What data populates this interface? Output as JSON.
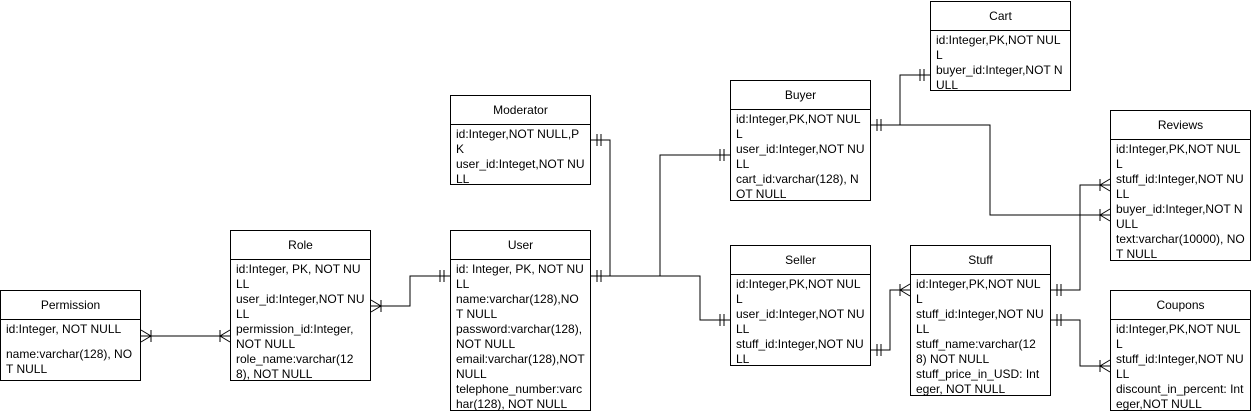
{
  "entities": {
    "cart": {
      "title": "Cart",
      "attributes": [
        "id:Integer,PK,NOT NULL",
        "buyer_id:Integer,NOT NULL"
      ]
    },
    "moderator": {
      "title": "Moderator",
      "attributes": [
        "id:Integer,NOT NULL,PK",
        "user_id:Integet,NOT NULL"
      ]
    },
    "buyer": {
      "title": "Buyer",
      "attributes": [
        "id:Integer,PK,NOT NULL",
        "user_id:Integer,NOT NULL",
        "cart_id:varchar(128), NOT NULL"
      ]
    },
    "reviews": {
      "title": "Reviews",
      "attributes": [
        "id:Integer,PK,NOT NULL",
        "stuff_id:Integer,NOT NULL",
        "buyer_id:Integer,NOT NULL",
        "text:varchar(10000), NOT NULL"
      ]
    },
    "role": {
      "title": "Role",
      "attributes": [
        "id:Integer, PK, NOT NULL",
        "user_id:Integer,NOT NULL",
        "permission_id:Integer, NOT NULL",
        "role_name:varchar(128), NOT NULL"
      ]
    },
    "user": {
      "title": "User",
      "attributes": [
        "id: Integer, PK, NOT NULL",
        "name:varchar(128),NOT NULL",
        "password:varchar(128),NOT NULL",
        "email:varchar(128),NOT NULL",
        "telephone_number:varchar(128), NOT NULL"
      ]
    },
    "seller": {
      "title": "Seller",
      "attributes": [
        "id:Integer,PK,NOT NULL",
        "user_id:Integer,NOT NULL",
        "stuff_id:Integer,NOT NULL"
      ]
    },
    "stuff": {
      "title": "Stuff",
      "attributes": [
        "id:Integer,PK,NOT NULL",
        "stuff_id:Integer,NOT NULL",
        "stuff_name:varchar(128) NOT NULL",
        "stuff_price_in_USD: Integer, NOT NULL"
      ]
    },
    "permission": {
      "title": "Permission",
      "attributes": [
        "id:Integer, NOT NULL",
        "name:varchar(128), NOT NULL"
      ]
    },
    "coupons": {
      "title": "Coupons",
      "attributes": [
        "id:Integer,PK,NOT NULL",
        "stuff_id:Integer,NOT NULL",
        "discount_in_percent: Integer,NOT NULL"
      ]
    }
  },
  "relationships": [
    {
      "from": "permission",
      "to": "role",
      "from_end": "one-or-many",
      "to_end": "one-or-many"
    },
    {
      "from": "role",
      "to": "user",
      "from_end": "one-or-many",
      "to_end": "one-and-only-one"
    },
    {
      "from": "user",
      "to": "moderator",
      "from_end": "one-and-only-one",
      "to_end": "one-and-only-one"
    },
    {
      "from": "user",
      "to": "buyer",
      "from_end": "one-and-only-one",
      "to_end": "one-and-only-one"
    },
    {
      "from": "user",
      "to": "seller",
      "from_end": "one-and-only-one",
      "to_end": "one-and-only-one"
    },
    {
      "from": "buyer",
      "to": "cart",
      "from_end": "one-and-only-one",
      "to_end": "one-and-only-one"
    },
    {
      "from": "buyer",
      "to": "reviews",
      "from_end": "one-and-only-one",
      "to_end": "one-or-many"
    },
    {
      "from": "seller",
      "to": "stuff",
      "from_end": "one-and-only-one",
      "to_end": "one-or-many"
    },
    {
      "from": "stuff",
      "to": "reviews",
      "from_end": "one-and-only-one",
      "to_end": "one-or-many"
    },
    {
      "from": "stuff",
      "to": "coupons",
      "from_end": "one-and-only-one",
      "to_end": "one-or-many"
    }
  ],
  "colors": {
    "line": "#000000",
    "border": "#000000",
    "background": "#ffffff"
  }
}
